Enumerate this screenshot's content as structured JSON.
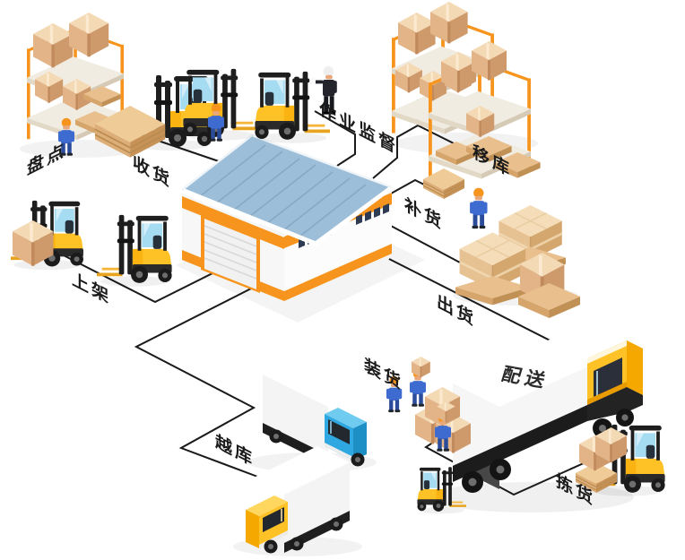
{
  "diagram": {
    "nodes": [
      {
        "id": "stocktaking",
        "label": "盘点"
      },
      {
        "id": "receiving",
        "label": "收货"
      },
      {
        "id": "supervision",
        "label": "作业监督"
      },
      {
        "id": "relocation",
        "label": "移库"
      },
      {
        "id": "replenishment",
        "label": "补货"
      },
      {
        "id": "putaway",
        "label": "上架"
      },
      {
        "id": "shipping",
        "label": "出货"
      },
      {
        "id": "loading",
        "label": "装货"
      },
      {
        "id": "delivery",
        "label": "配送"
      },
      {
        "id": "cross_docking",
        "label": "越库"
      },
      {
        "id": "picking",
        "label": "拣货"
      }
    ],
    "colors": {
      "accent_orange": "#F7941D",
      "machine_yellow": "#FFC226",
      "roof_blue": "#9DBED8",
      "cab_blue": "#2FA8E1",
      "cardboard": "#DFB585",
      "connector_black": "#1A1A1A",
      "worker_blue": "#3E6BD0",
      "background": "#FFFFFF"
    }
  }
}
